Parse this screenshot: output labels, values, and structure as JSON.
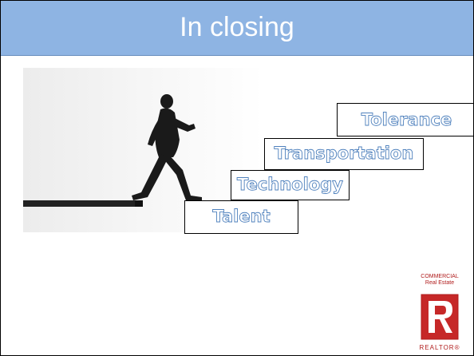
{
  "slide": {
    "title": "In closing",
    "photo": {
      "icon": "man-walking-on-stairs-illustration"
    },
    "steps": [
      {
        "label": "Talent"
      },
      {
        "label": "Technology"
      },
      {
        "label": "Transportation"
      },
      {
        "label": "Tolerance"
      }
    ],
    "logo": {
      "line1": "COMMERCIAL",
      "line2": "Real Estate",
      "brand": "REALTOR",
      "mark": "®"
    }
  },
  "colors": {
    "title_bar": "#8eb4e3",
    "title_text": "#ffffff",
    "outline_text": "#4f81bd",
    "logo_red": "#b01c1c"
  }
}
